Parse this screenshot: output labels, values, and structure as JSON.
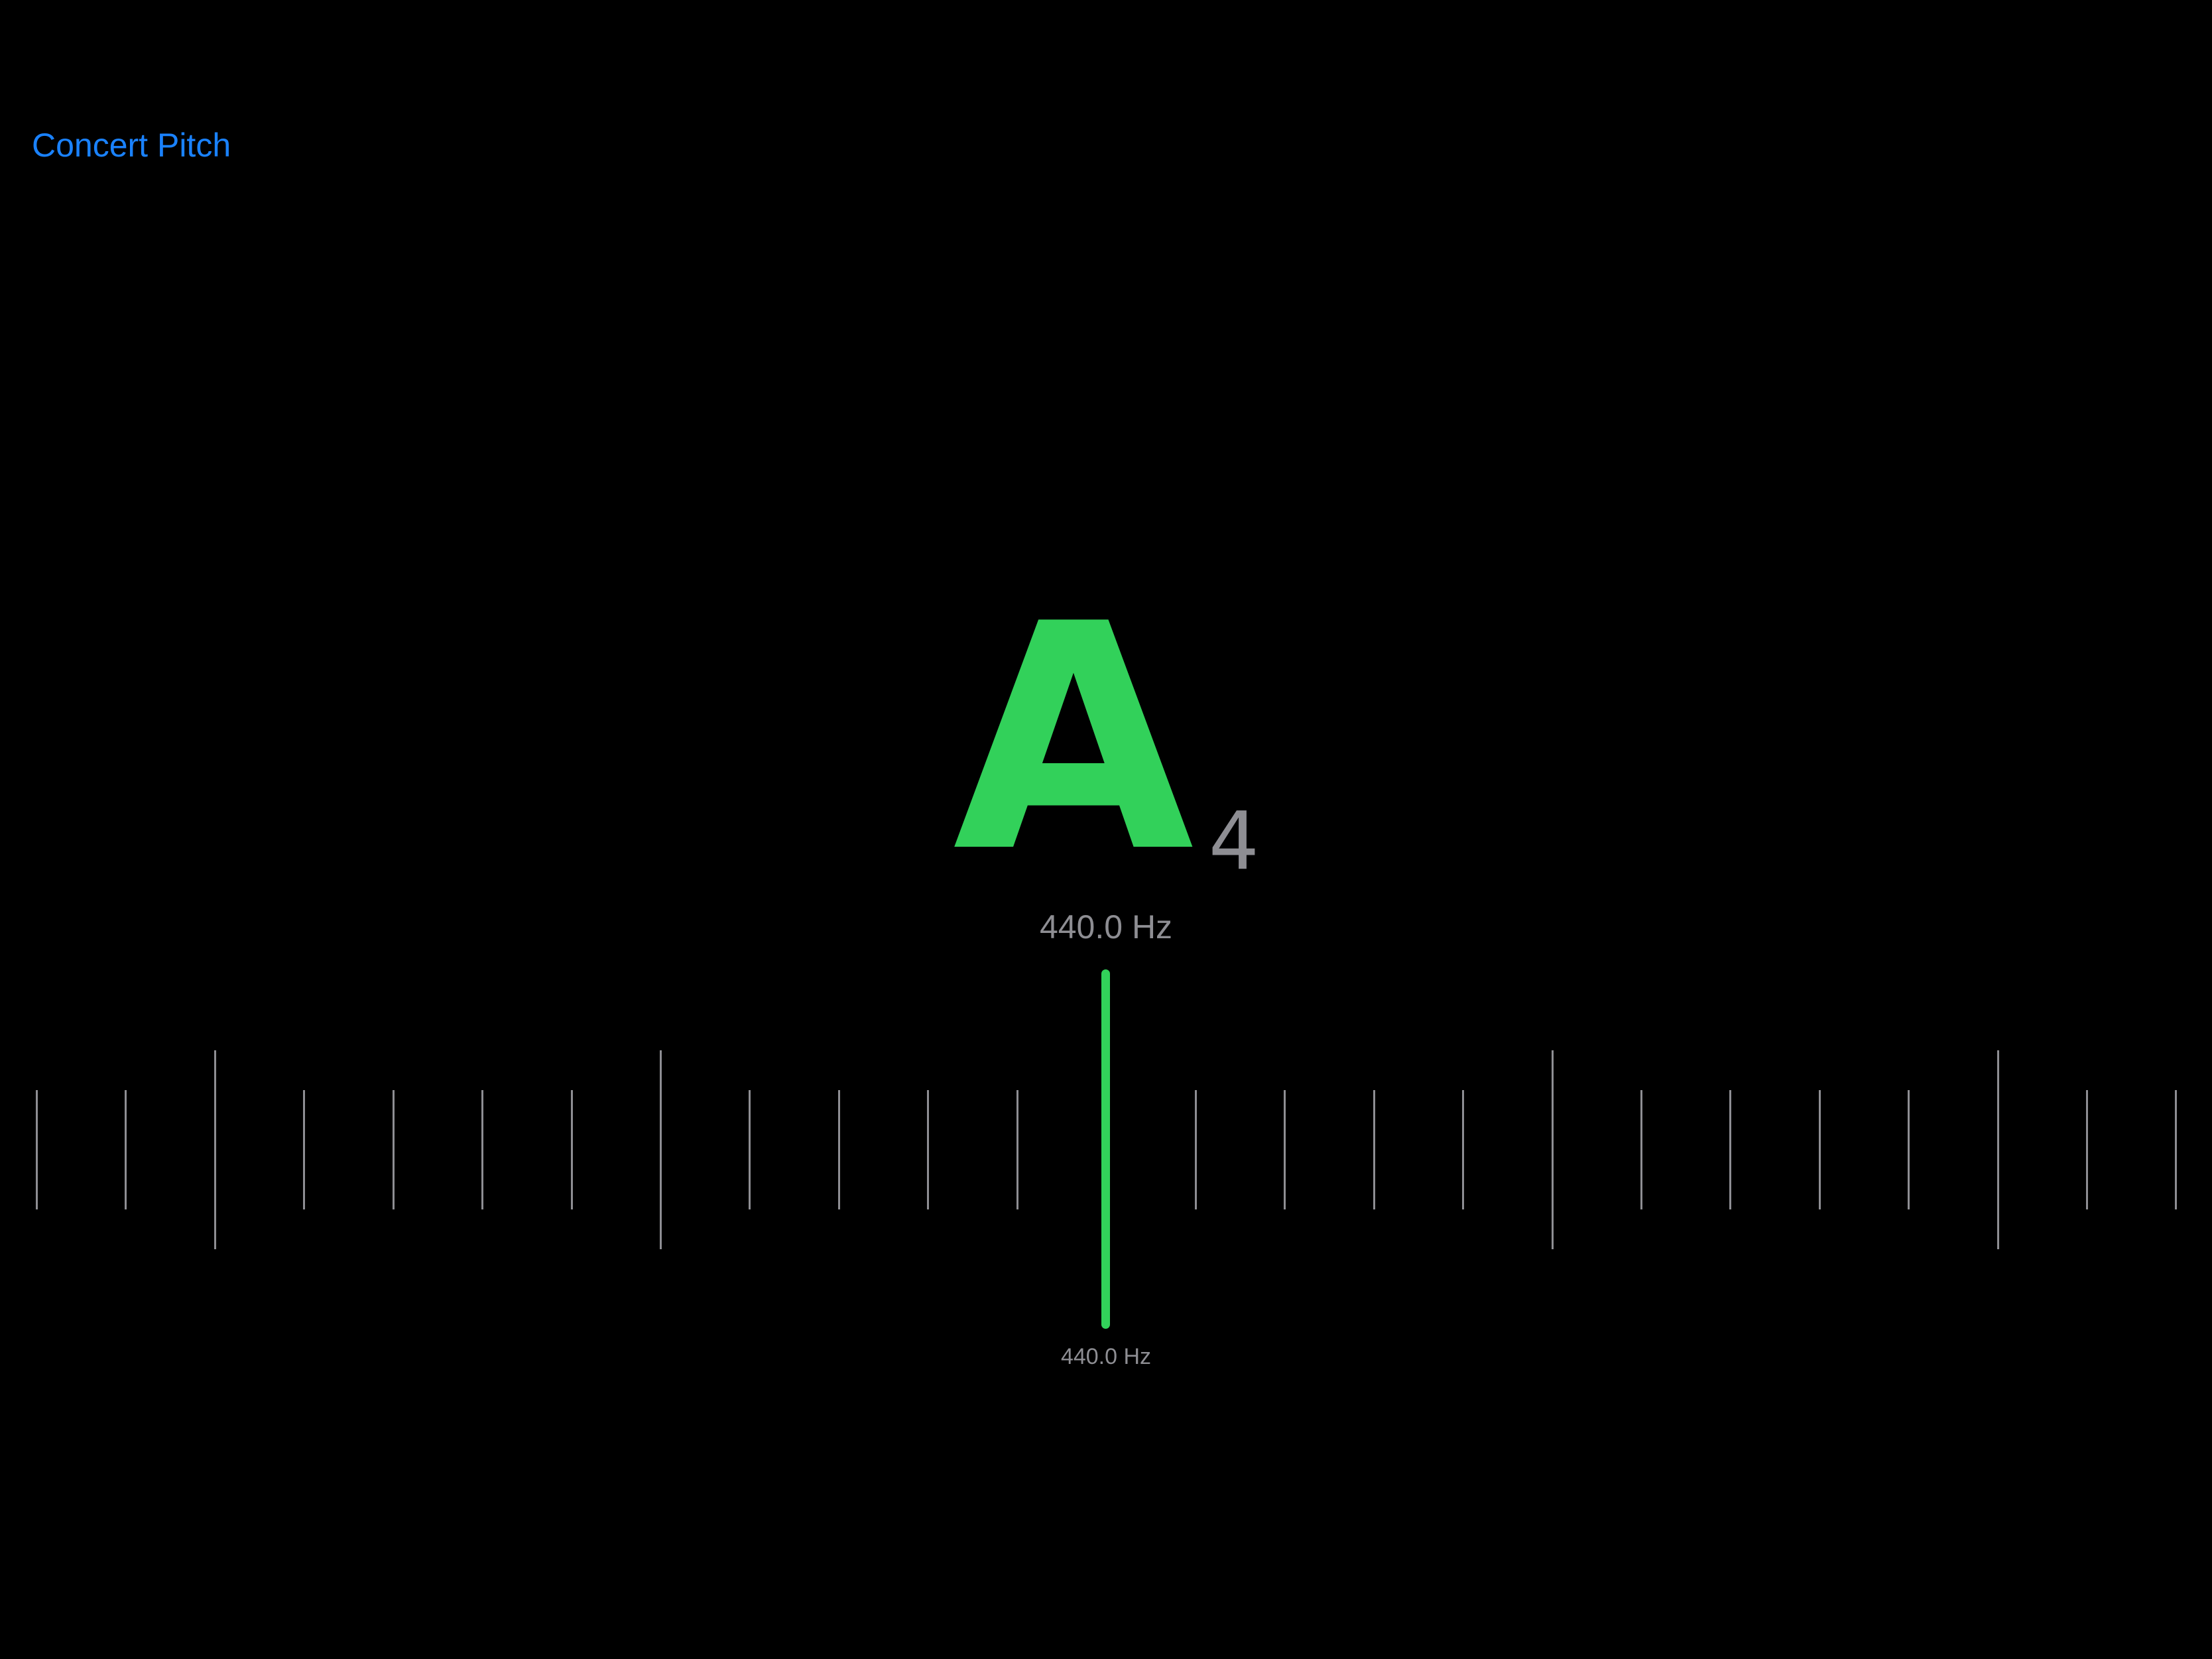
{
  "header": {
    "concert_pitch_label": "Concert Pitch"
  },
  "tuner": {
    "note": "A",
    "octave": "4",
    "frequency_label": "440.0 Hz",
    "needle_frequency_label": "440.0 Hz",
    "cents_deviation": 0
  },
  "colors": {
    "accent": "#1a82ff",
    "in_tune": "#32d15a",
    "secondary_text": "#8e8e93",
    "background": "#000000"
  }
}
